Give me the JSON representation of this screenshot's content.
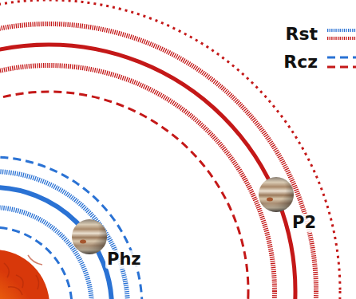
{
  "diagram": {
    "labels": [
      "Phz",
      "P2"
    ],
    "legend": [
      {
        "text": "Rst"
      },
      {
        "text": "Rcz"
      }
    ]
  }
}
